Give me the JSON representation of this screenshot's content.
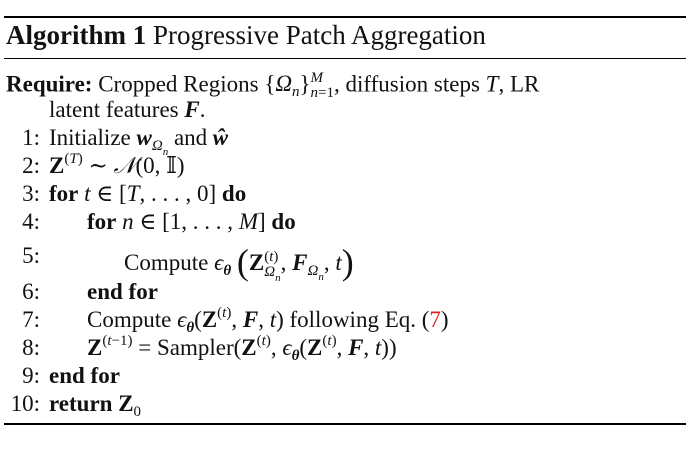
{
  "algorithm": {
    "label": "Algorithm 1",
    "title": "Progressive Patch Aggregation"
  },
  "require": {
    "keyword": "Require:",
    "text_1": "Cropped Regions",
    "text_2": ", diffusion steps",
    "text_3": ", LR",
    "text_4": "latent features",
    "text_5": "."
  },
  "steps": [
    {
      "num": "1:",
      "word_1": "Initialize",
      "word_2": "and"
    },
    {
      "num": "2:"
    },
    {
      "num": "3:",
      "kw_1": "for",
      "kw_2": "do"
    },
    {
      "num": "4:",
      "kw_1": "for",
      "kw_2": "do"
    },
    {
      "num": "5:",
      "word": "Compute"
    },
    {
      "num": "6:",
      "kw": "end for"
    },
    {
      "num": "7:",
      "word_1": "Compute",
      "word_2": "following Eq.",
      "ref": "7"
    },
    {
      "num": "8:",
      "word": "Sampler"
    },
    {
      "num": "9:",
      "kw": "end for"
    },
    {
      "num": "10:",
      "kw": "return"
    }
  ],
  "colors": {
    "reference": "#e02020",
    "rule": "#000000"
  }
}
